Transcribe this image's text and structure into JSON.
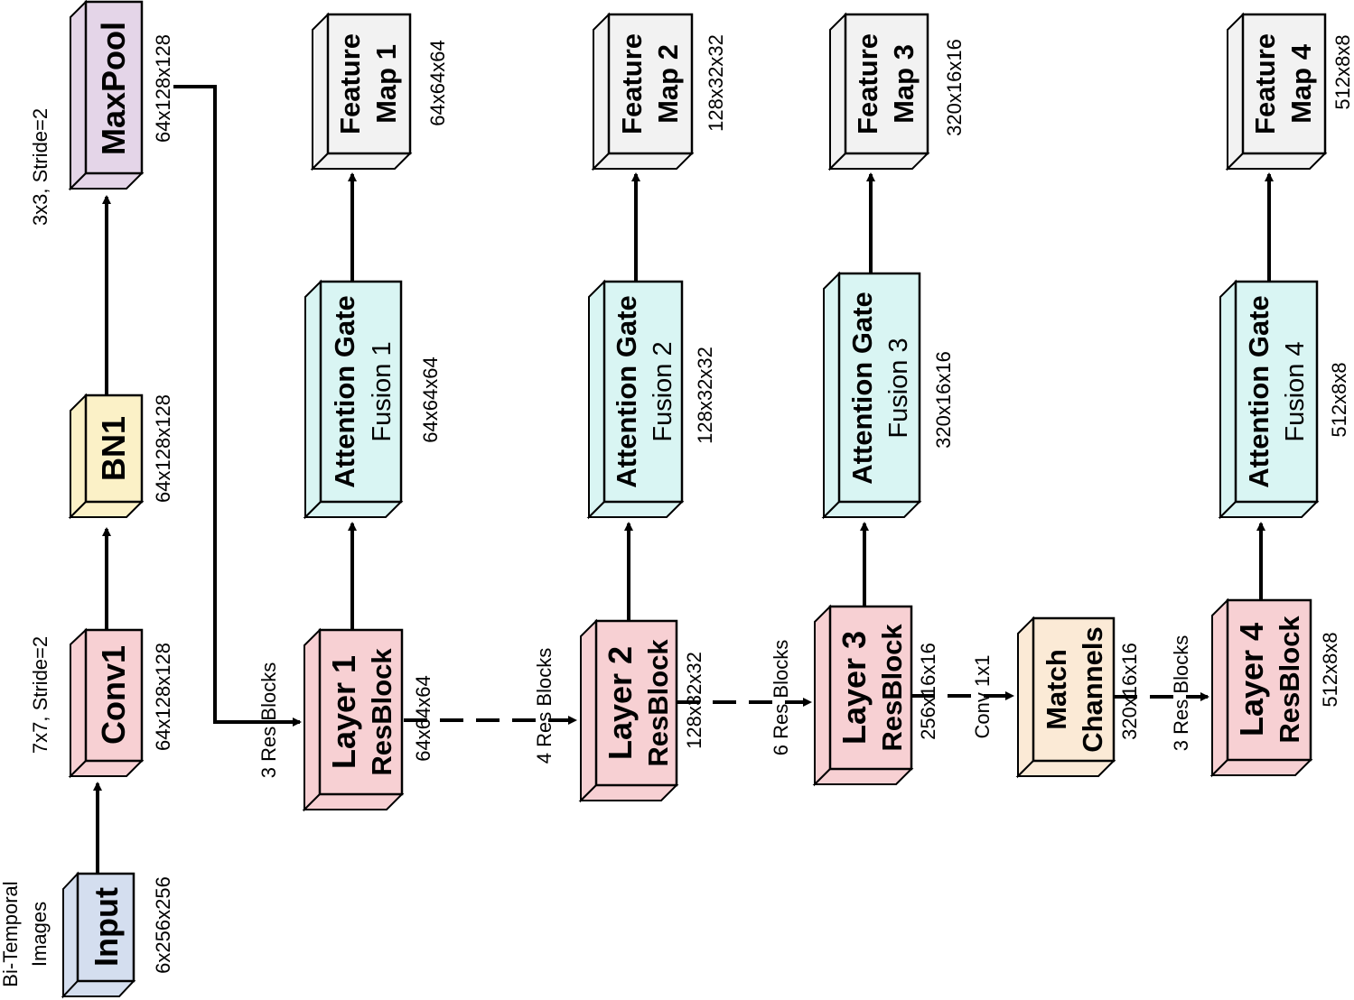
{
  "colors": {
    "input": "#d4deef",
    "conv": "#f7d0d3",
    "bn": "#fbf1c7",
    "pool": "#e4d5e8",
    "layer": "#f7d0d3",
    "attention": "#d9f5f3",
    "feature": "#f2f2f2",
    "match": "#fbead6",
    "stroke": "#000000"
  },
  "input": {
    "caption_line1": "Bi-Temporal",
    "caption_line2": "Images",
    "name": "Input",
    "dims": "6x256x256"
  },
  "conv1": {
    "params": "7x7, Stride=2",
    "name": "Conv1",
    "dims": "64x128x128"
  },
  "bn1": {
    "name": "BN1",
    "dims": "64x128x128"
  },
  "maxpool": {
    "params": "3x3, Stride=2",
    "name": "MaxPool",
    "dims": "64x128x128"
  },
  "layers": [
    {
      "blocks": "3 Res Blocks",
      "title": "Layer 1",
      "subtitle": "ResBlock",
      "dims": "64x64x64"
    },
    {
      "blocks": "4 Res Blocks",
      "title": "Layer 2",
      "subtitle": "ResBlock",
      "dims": "128x32x32"
    },
    {
      "blocks": "6 Res Blocks",
      "title": "Layer 3",
      "subtitle": "ResBlock",
      "dims": "256x16x16"
    },
    {
      "blocks": "3 Res Blocks",
      "title": "Layer 4",
      "subtitle": "ResBlock",
      "dims": "512x8x8"
    }
  ],
  "gates": [
    {
      "title": "Attention Gate",
      "subtitle": "Fusion 1",
      "dims": "64x64x64"
    },
    {
      "title": "Attention Gate",
      "subtitle": "Fusion 2",
      "dims": "128x32x32"
    },
    {
      "title": "Attention Gate",
      "subtitle": "Fusion 3",
      "dims": "320x16x16"
    },
    {
      "title": "Attention Gate",
      "subtitle": "Fusion 4",
      "dims": "512x8x8"
    }
  ],
  "features": [
    {
      "line1": "Feature",
      "line2": "Map 1",
      "dims": "64x64x64"
    },
    {
      "line1": "Feature",
      "line2": "Map 2",
      "dims": "128x32x32"
    },
    {
      "line1": "Feature",
      "line2": "Map 3",
      "dims": "320x16x16"
    },
    {
      "line1": "Feature",
      "line2": "Map 4",
      "dims": "512x8x8"
    }
  ],
  "match": {
    "op": "Conv 1x1",
    "line1": "Match",
    "line2": "Channels",
    "dims": "320x16x16"
  }
}
